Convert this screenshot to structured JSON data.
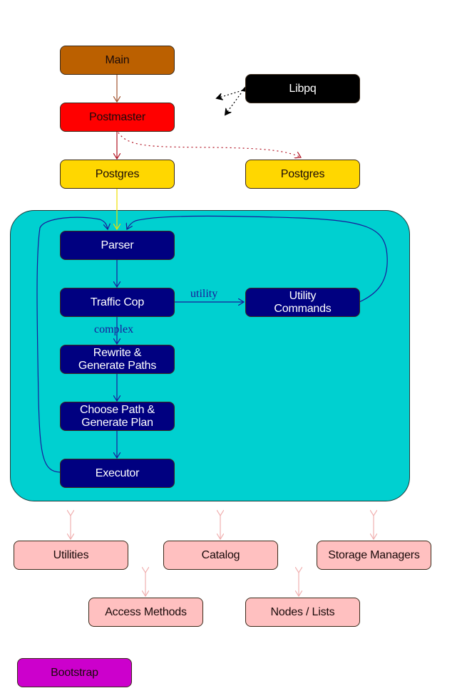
{
  "diagram": {
    "colors": {
      "main": "#bb6000",
      "postmaster": "#ff0000",
      "postgres": "#ffd700",
      "libpq": "#000000",
      "backend_container": "#00d0d0",
      "backend_stage": "#000080",
      "subsystem": "#ffc0c0",
      "bootstrap": "#cc00cc",
      "flow_arrow": "#1a1a9a",
      "subsystem_arrow": "#f0b0b0"
    },
    "nodes": {
      "main": "Main",
      "postmaster": "Postmaster",
      "postgres_primary": "Postgres",
      "postgres_secondary": "Postgres",
      "libpq": "Libpq",
      "parser": "Parser",
      "traffic_cop": "Traffic Cop",
      "utility_commands": "Utility\nCommands",
      "rewrite": "Rewrite &\nGenerate Paths",
      "planner": "Choose Path &\nGenerate Plan",
      "executor": "Executor",
      "utilities": "Utilities",
      "catalog": "Catalog",
      "storage_managers": "Storage Managers",
      "access_methods": "Access Methods",
      "nodes_lists": "Nodes / Lists",
      "bootstrap": "Bootstrap"
    },
    "edge_labels": {
      "utility": "utility",
      "complex": "complex"
    }
  }
}
